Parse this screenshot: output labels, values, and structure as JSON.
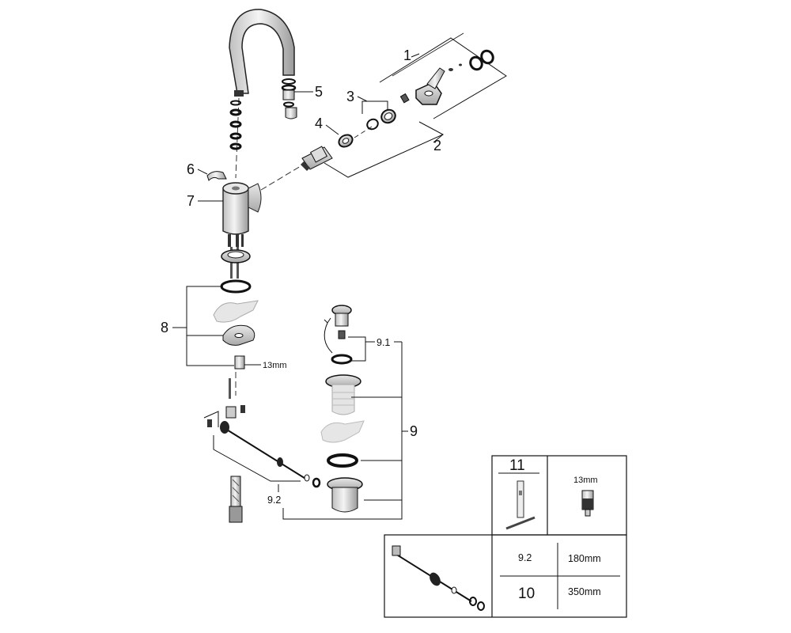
{
  "callouts": {
    "p1": "1",
    "p2": "2",
    "p3": "3",
    "p4": "4",
    "p5": "5",
    "p6": "6",
    "p7": "7",
    "p8": "8",
    "p9": "9",
    "p9_1": "9.1",
    "p9_2": "9.2",
    "size_13mm": "13mm"
  },
  "spare_table": {
    "tool_number": "11",
    "wrench_size": "13mm",
    "rows": [
      {
        "code": "9.2",
        "length": "180mm"
      },
      {
        "code": "10",
        "length": "350mm"
      }
    ]
  }
}
